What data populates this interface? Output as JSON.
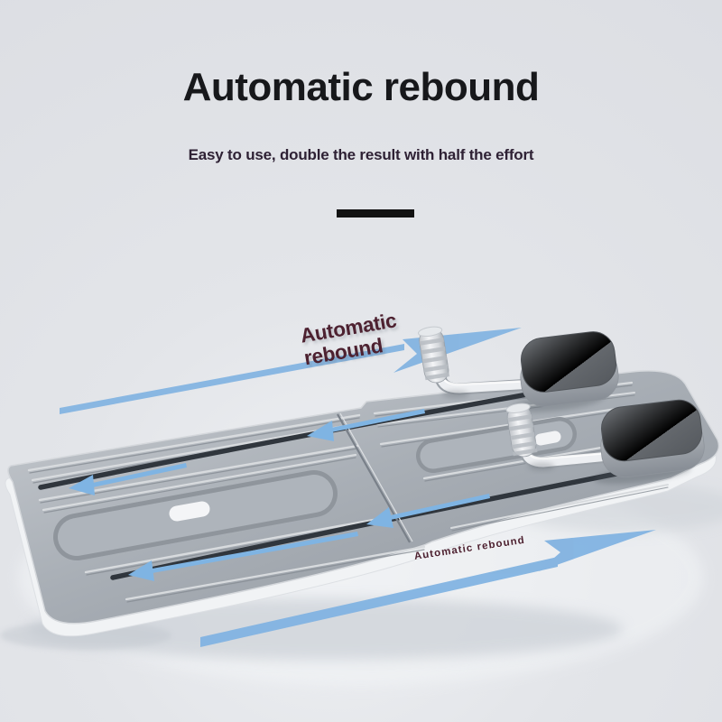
{
  "page": {
    "background_color": "#e3e5e9"
  },
  "header": {
    "title": "Automatic rebound",
    "subtitle": "Easy to use, double the result with half the effort"
  },
  "divider": {
    "color": "#121212"
  },
  "annotations": {
    "upper_line1": "Automatic",
    "upper_line2": "rebound",
    "lower": "Automatic rebound",
    "color": "#4d2130"
  },
  "illustration": {
    "label": "foldable sit-up exercise board with sliding hand grips, knee pads and rebound direction arrows",
    "board_color": "#a9afb6",
    "pad_color": "#5f6368",
    "arrow_color": "#7fb4e3"
  }
}
